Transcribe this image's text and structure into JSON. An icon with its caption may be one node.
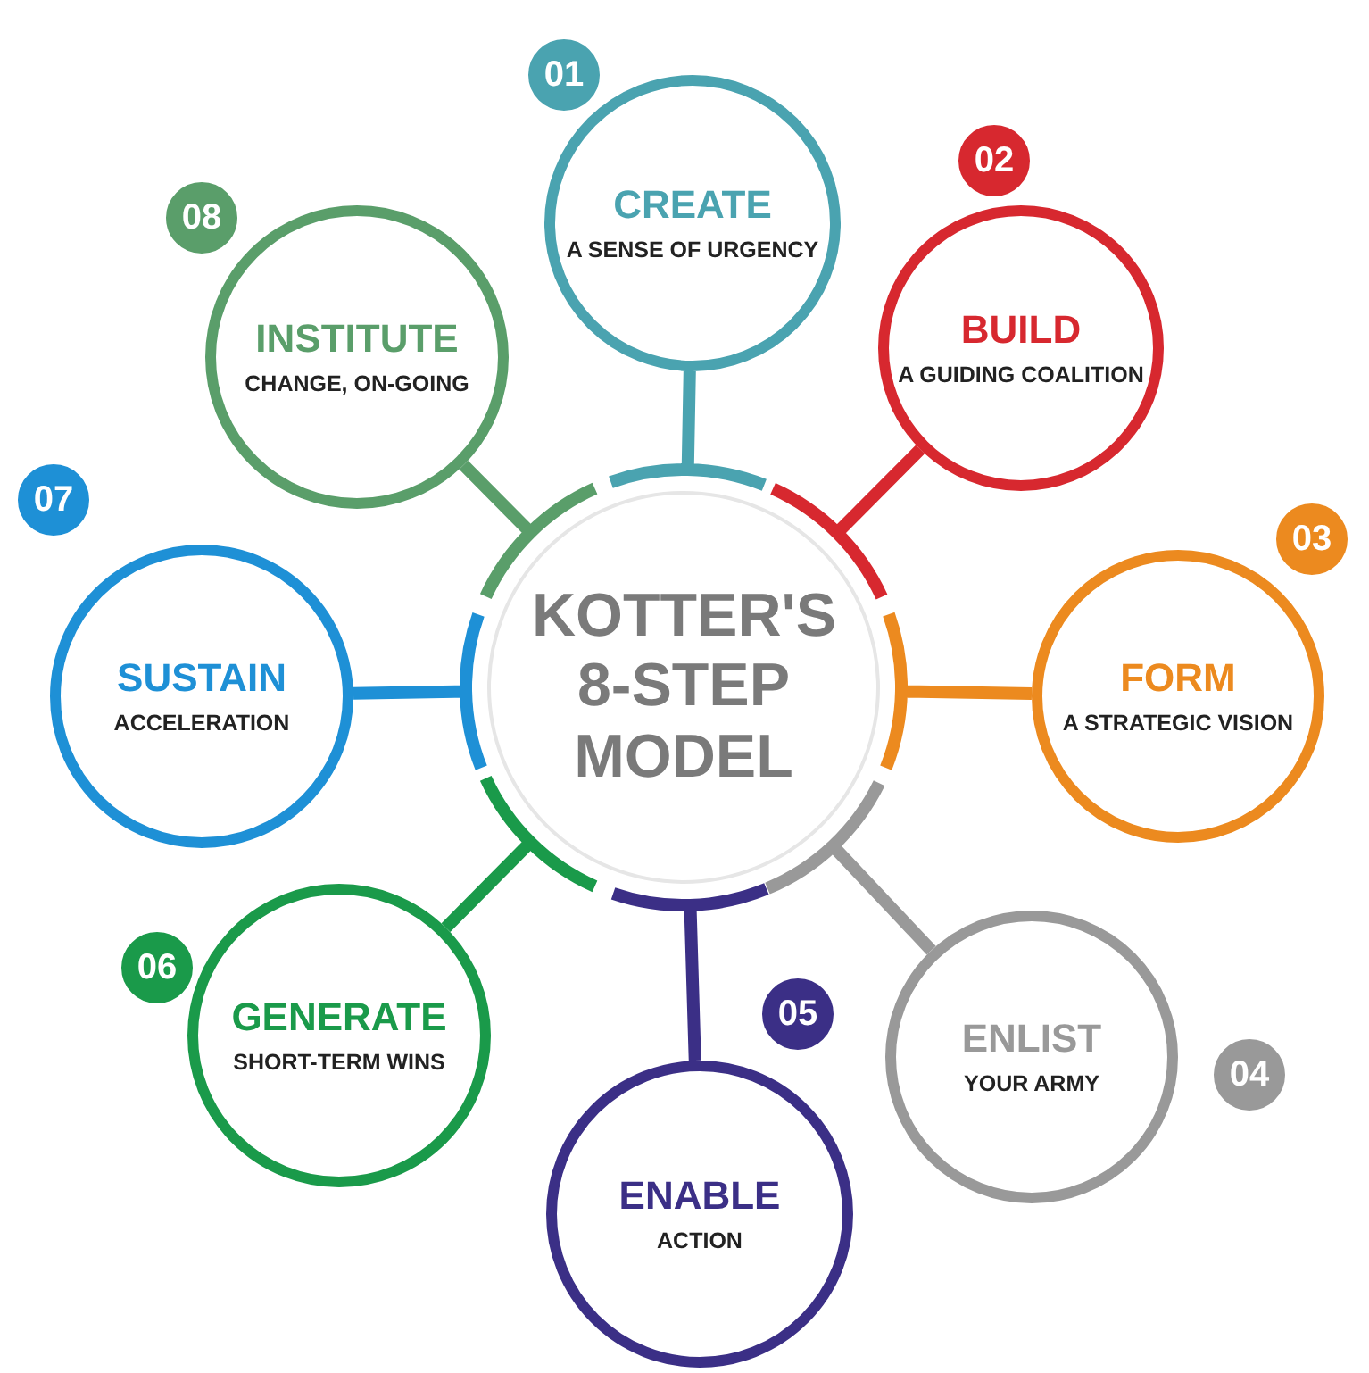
{
  "diagram": {
    "nodes": [
      {
        "text": [
          "KOTTER'S 8-STEP MODEL"
        ]
      },
      {
        "text": [
          "CREATE",
          "A SENSE OF URGENCY"
        ],
        "beside": [
          "01"
        ]
      },
      {
        "text": [
          "BUILD",
          "A GUIDING COALITION"
        ],
        "beside": [
          "02"
        ]
      },
      {
        "text": [
          "FORM",
          "A STRATEGIC VISION"
        ],
        "beside": [
          "03"
        ]
      },
      {
        "text": [
          "ENLIST",
          "YOUR ARMY"
        ],
        "beside": [
          "04"
        ]
      },
      {
        "text": [
          "ENABLE",
          "ACTION"
        ],
        "beside": [
          "05"
        ]
      },
      {
        "text": [
          "GENERATE",
          "SHORT-TERM WINS"
        ],
        "beside": [
          "06"
        ]
      },
      {
        "text": [
          "SUSTAIN",
          "ACCELERATION"
        ],
        "beside": [
          "07"
        ]
      },
      {
        "text": [
          "INSTITUTE",
          "CHANGE, ON-GOING"
        ],
        "beside": [
          "08"
        ]
      }
    ],
    "edges": [
      {
        "from": 0,
        "to": 1,
        "arrow": "none",
        "color": "#4aa3b0"
      },
      {
        "from": 0,
        "to": 2,
        "arrow": "none",
        "color": "#d7282f"
      },
      {
        "from": 0,
        "to": 3,
        "arrow": "none",
        "color": "#ec8a1f"
      },
      {
        "from": 0,
        "to": 4,
        "arrow": "none",
        "color": "#999999"
      },
      {
        "from": 0,
        "to": 5,
        "arrow": "none",
        "color": "#3b2f86"
      },
      {
        "from": 0,
        "to": 6,
        "arrow": "none",
        "color": "#1a9a4a"
      },
      {
        "from": 0,
        "to": 7,
        "arrow": "none",
        "color": "#1e90d6"
      },
      {
        "from": 0,
        "to": 8,
        "arrow": "none",
        "color": "#5a9e6a"
      }
    ]
  }
}
